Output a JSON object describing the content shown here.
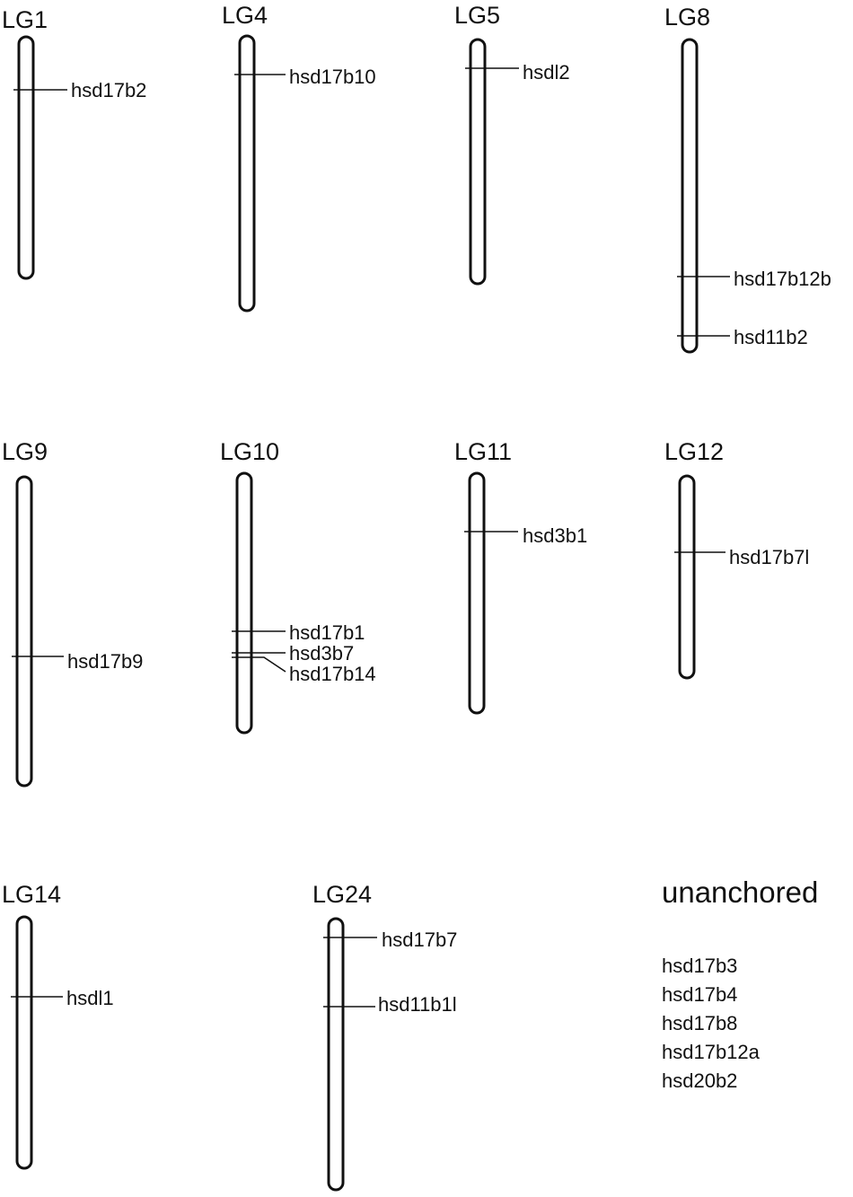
{
  "linkage_groups": [
    {
      "id": "lg1",
      "title": "LG1",
      "genes": [
        "hsd17b2"
      ]
    },
    {
      "id": "lg4",
      "title": "LG4",
      "genes": [
        "hsd17b10"
      ]
    },
    {
      "id": "lg5",
      "title": "LG5",
      "genes": [
        "hsdl2"
      ]
    },
    {
      "id": "lg8",
      "title": "LG8",
      "genes": [
        "hsd17b12b",
        "hsd11b2"
      ]
    },
    {
      "id": "lg9",
      "title": "LG9",
      "genes": [
        "hsd17b9"
      ]
    },
    {
      "id": "lg10",
      "title": "LG10",
      "genes": [
        "hsd17b1",
        "hsd3b7",
        "hsd17b14"
      ]
    },
    {
      "id": "lg11",
      "title": "LG11",
      "genes": [
        "hsd3b1"
      ]
    },
    {
      "id": "lg12",
      "title": "LG12",
      "genes": [
        "hsd17b7l"
      ]
    },
    {
      "id": "lg14",
      "title": "LG14",
      "genes": [
        "hsdl1"
      ]
    },
    {
      "id": "lg24",
      "title": "LG24",
      "genes": [
        "hsd17b7",
        "hsd11b1l"
      ]
    }
  ],
  "unanchored": {
    "title": "unanchored",
    "genes": [
      "hsd17b3",
      "hsd17b4",
      "hsd17b8",
      "hsd17b12a",
      "hsd20b2"
    ]
  }
}
